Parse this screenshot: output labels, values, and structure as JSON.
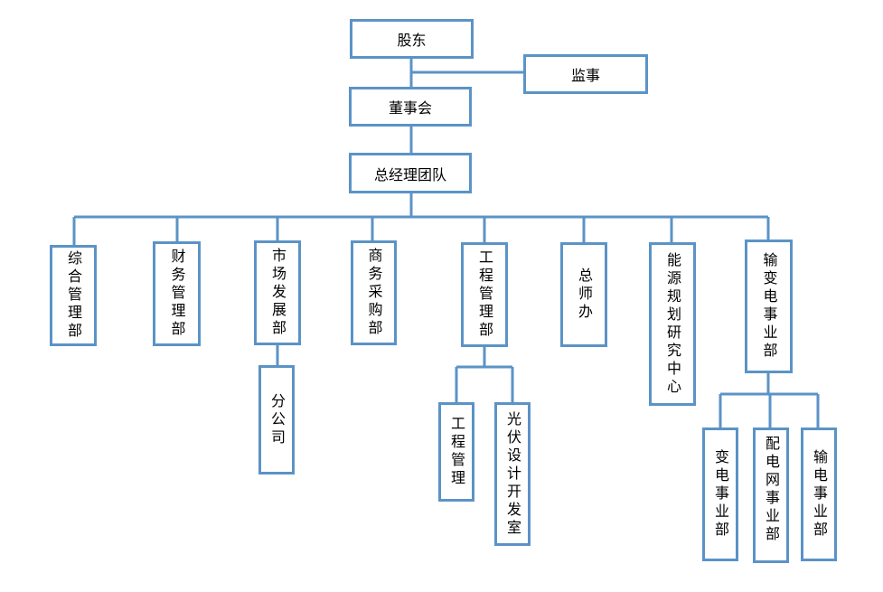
{
  "diagram": {
    "line_color": "#5b93c7",
    "nodes": {
      "shareholders": "股东",
      "supervisors": "监事",
      "board": "董事会",
      "gm_team": "总经理团队",
      "general_management": "综合管理部",
      "finance": "财务管理部",
      "market_dev": "市场发展部",
      "branch": "分公司",
      "procurement": "商务采购部",
      "engineering": "工程管理部",
      "engineering_sub": "工程管理",
      "pv_design": "光伏设计开发室",
      "chief_engineer": "总师办",
      "energy_planning": "能源规划研究中心",
      "transmission_div": "输变电事业部",
      "substation": "变电事业部",
      "distribution": "配电网事业部",
      "transmission_sub": "输电事业部"
    }
  }
}
